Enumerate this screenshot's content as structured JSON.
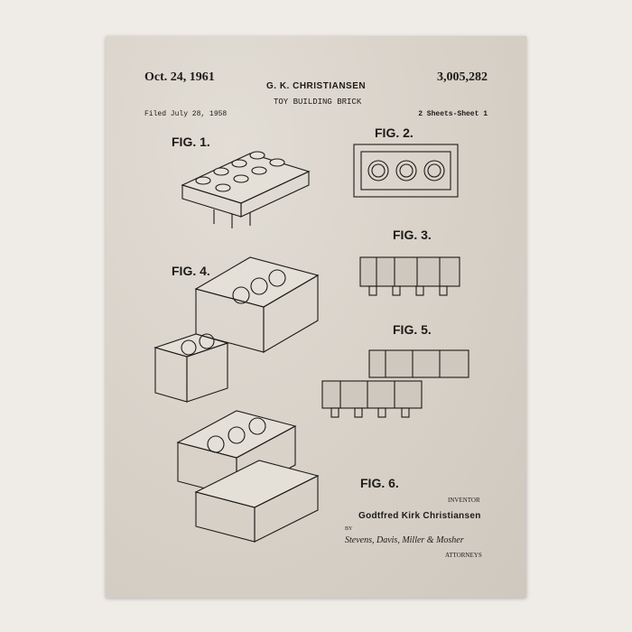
{
  "header": {
    "date": "Oct. 24, 1961",
    "patent_number": "3,005,282",
    "inventor_header": "G. K. CHRISTIANSEN",
    "title": "TOY BUILDING BRICK",
    "filed": "Filed July 28, 1958",
    "sheets": "2 Sheets-Sheet 1"
  },
  "figures": {
    "fig1": "FIG. 1.",
    "fig2": "FIG. 2.",
    "fig3": "FIG. 3.",
    "fig4": "FIG. 4.",
    "fig5": "FIG. 5.",
    "fig6": "FIG. 6."
  },
  "footer": {
    "inventor_label": "INVENTOR",
    "inventor_name": "Godtfred Kirk Christiansen",
    "by": "BY",
    "signature": "Stevens, Davis, Miller & Mosher",
    "attorneys": "ATTORNEYS"
  },
  "colors": {
    "background": "#efebe7",
    "paper": "#d9d3ca",
    "ink": "#1d1b19"
  }
}
